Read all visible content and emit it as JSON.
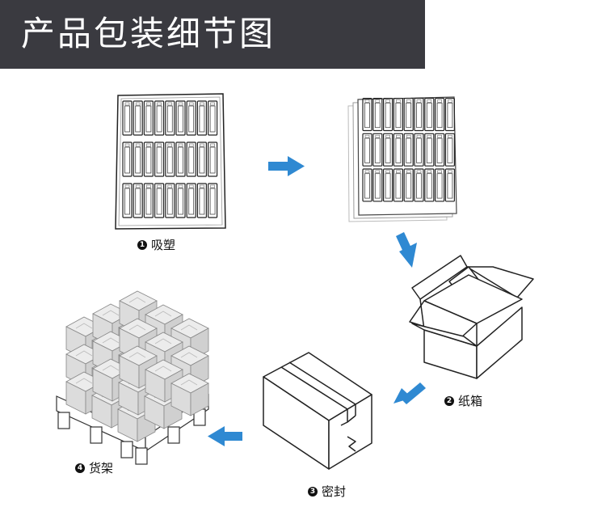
{
  "header": {
    "title": "产品包装细节图"
  },
  "steps": [
    {
      "num": "1",
      "label": "吸塑"
    },
    {
      "num": "2",
      "label": "纸箱"
    },
    {
      "num": "3",
      "label": "密封"
    },
    {
      "num": "4",
      "label": "货架"
    }
  ],
  "colors": {
    "header_bg": "#3a3a40",
    "arrow": "#2f89d2",
    "line": "#222222"
  }
}
